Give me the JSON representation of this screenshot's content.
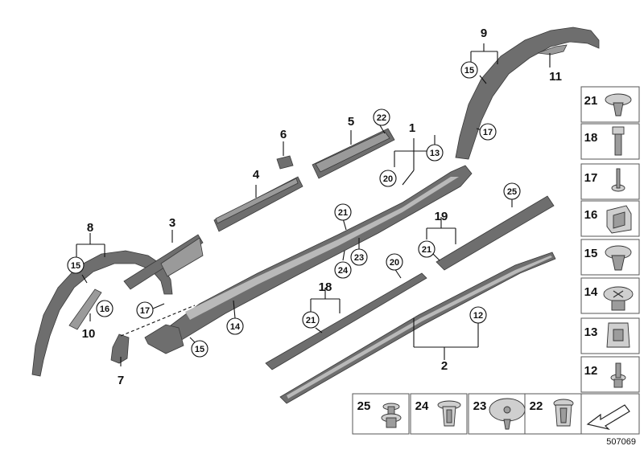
{
  "diagram_number": "507069",
  "callouts": [
    "1",
    "2",
    "3",
    "4",
    "5",
    "6",
    "7",
    "8",
    "9",
    "10",
    "11",
    "18",
    "19"
  ],
  "circled_refs": [
    "22",
    "15",
    "13",
    "20",
    "25",
    "21",
    "23",
    "24",
    "20",
    "21",
    "12",
    "15",
    "21",
    "16",
    "17",
    "14",
    "15",
    "17"
  ],
  "legend": {
    "column": [
      "21",
      "18",
      "17",
      "16",
      "15",
      "14",
      "13",
      "12"
    ],
    "row": [
      "25",
      "24",
      "23",
      "22"
    ]
  }
}
